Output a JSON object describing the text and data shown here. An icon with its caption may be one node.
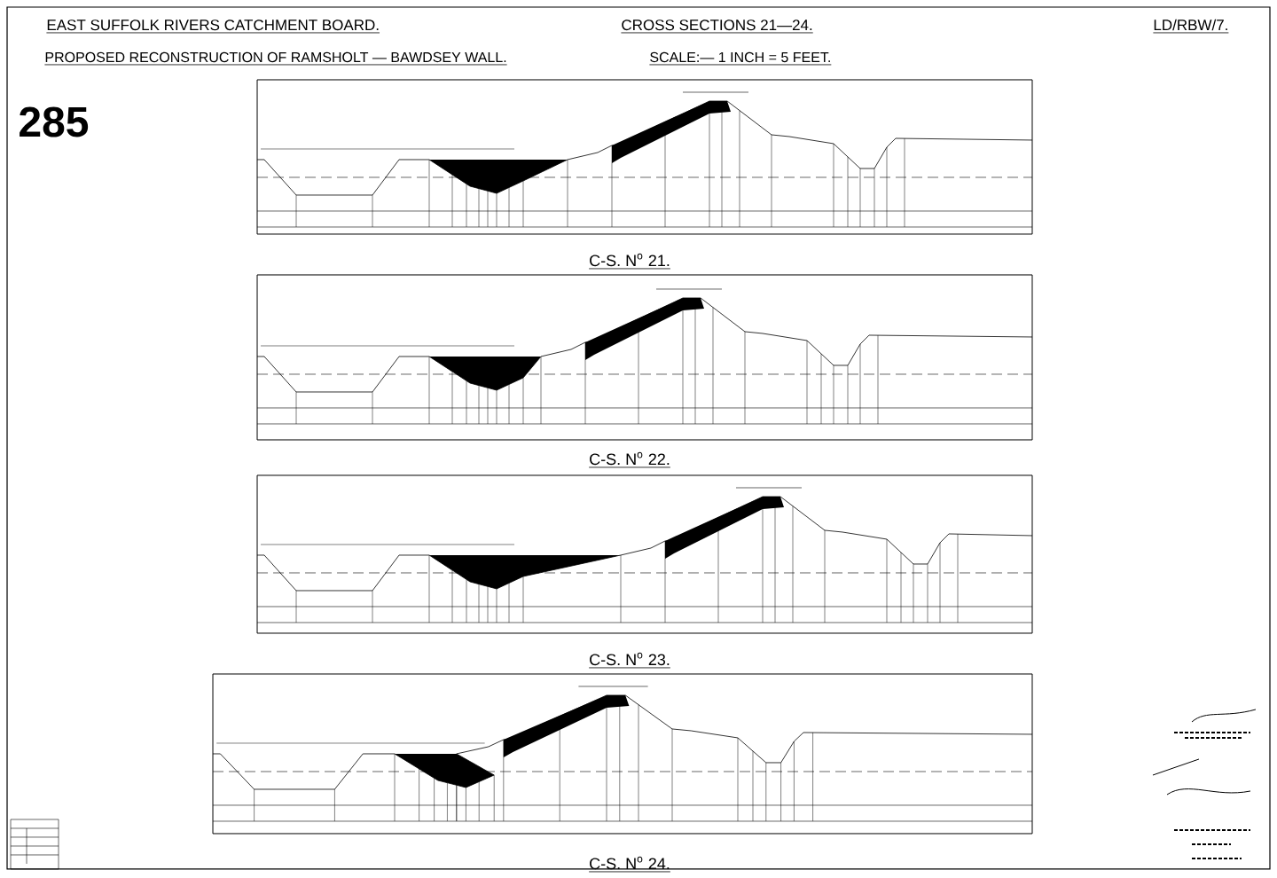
{
  "diagram": {
    "labels": [
      "EAST SUFFOLK RIVERS CATCHMENT BOARD.",
      "CROSS SECTIONS 21—24.",
      "LD/RBW/7.",
      "PROPOSED RECONSTRUCTION OF RAMSHOLT — BAWDSEY WALL.",
      "SCALE:— 1 INCH = 5 FEET.",
      "285",
      "C-S. N$^{o}$ 21.",
      "C-S. N$^{o}$ 22.",
      "C-S. N$^{o}$ 23.",
      "C-S. N$^{o}$ 24."
    ]
  }
}
